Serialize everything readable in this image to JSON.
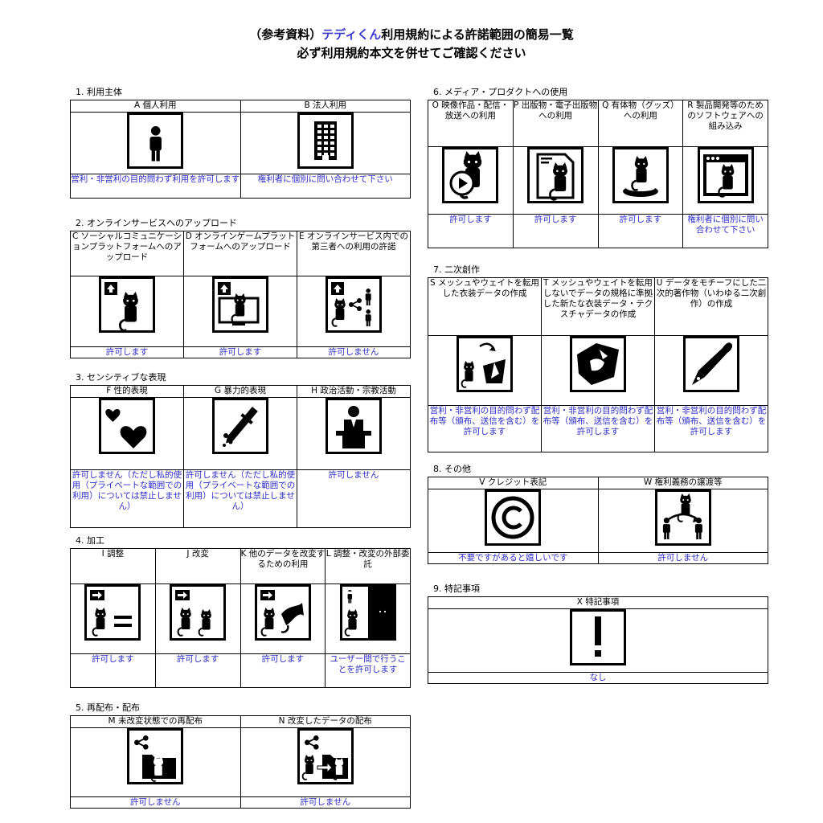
{
  "title": {
    "prefix": "（参考資料）",
    "accent": "テディくん",
    "suffix": "利用規約による許諾範囲の簡易一覧",
    "line2": "必ず利用規約本文を併せてご確認ください"
  },
  "colors": {
    "accent": "#3a3ad0",
    "result_text": "#2c2cc8",
    "icon_ink": "#000000"
  },
  "sections": [
    {
      "label": "1. 利用主体",
      "items": [
        {
          "head": "A 個人利用",
          "icon": "person-icon",
          "result": "営利・非営利の目的問わず利用を許可します"
        },
        {
          "head": "B 法人利用",
          "icon": "building-icon",
          "result": "権利者に個別に問い合わせて下さい"
        }
      ]
    },
    {
      "label": "2. オンラインサービスへのアップロード",
      "items": [
        {
          "head": "C ソーシャルコミュニケーションプラットフォームへのアップロード",
          "icon": "upload-sns-icon",
          "result": "許可します"
        },
        {
          "head": "D オンラインゲームプラットフォームへのアップロード",
          "icon": "upload-game-icon",
          "result": "許可します"
        },
        {
          "head": "E オンラインサービス内での第三者への利用の許諾",
          "icon": "share-third-party-icon",
          "result": "許可しません"
        }
      ]
    },
    {
      "label": "3. センシティブな表現",
      "items": [
        {
          "head": "F 性的表現",
          "icon": "hearts-icon",
          "result": "許可しません（ただし私的使用（プライベートな範囲での利用）については禁止しません）"
        },
        {
          "head": "G 暴力的表現",
          "icon": "knife-icon",
          "result": "許可しません（ただし私的使用（プライベートな範囲での利用）については禁止しません）"
        },
        {
          "head": "H 政治活動・宗教活動",
          "icon": "podium-icon",
          "result": "許可しません"
        }
      ]
    },
    {
      "label": "4. 加工",
      "items": [
        {
          "head": "I 調整",
          "icon": "adjust-icon",
          "result": "許可します"
        },
        {
          "head": "J 改変",
          "icon": "modify-icon",
          "result": "許可します"
        },
        {
          "head": "K 他のデータを改変するための利用",
          "icon": "modify-other-icon",
          "result": "許可します"
        },
        {
          "head": "L 調整・改変の外部委託",
          "icon": "outsource-icon",
          "result": "ユーザー間で行うことを許可します"
        }
      ]
    },
    {
      "label": "5. 再配布・配布",
      "items": [
        {
          "head": "M 未改変状態での再配布",
          "icon": "redistribute-icon",
          "result": "許可しません"
        },
        {
          "head": "N 改変したデータの配布",
          "icon": "distribute-modified-icon",
          "result": "許可しません"
        }
      ]
    },
    {
      "label": "6. メディア・プロダクトへの使用",
      "items": [
        {
          "head": "O 映像作品・配信・放送への利用",
          "icon": "video-icon",
          "result": "許可します"
        },
        {
          "head": "P 出版物・電子出版物への利用",
          "icon": "publication-icon",
          "result": "許可します"
        },
        {
          "head": "Q 有体物（グッズ）への利用",
          "icon": "goods-icon",
          "result": "許可します"
        },
        {
          "head": "R 製品開発等のためのソフトウェアへの組み込み",
          "icon": "software-icon",
          "result": "権利者に個別に問い合わせて下さい"
        }
      ]
    },
    {
      "label": "7. 二次創作",
      "items": [
        {
          "head": "S メッシュやウェイトを転用した衣装データの作成",
          "icon": "costume-icon",
          "result": "営利・非営利の目的問わず配布等（頒布、送信を含む）を許可します"
        },
        {
          "head": "T メッシュやウェイトを転用しないでデータの規格に準拠した新たな衣装データ・テクスチャデータの作成",
          "icon": "texture-icon",
          "result": "営利・非営利の目的問わず配布等（頒布、送信を含む）を許可します"
        },
        {
          "head": "U データをモチーフにした二次的著作物（いわゆる二次創作）の作成",
          "icon": "pen-icon",
          "result": "営利・非営利の目的問わず配布等（頒布、送信を含む）を許可します"
        }
      ]
    },
    {
      "label": "8. その他",
      "items": [
        {
          "head": "V クレジット表記",
          "icon": "copyright-icon",
          "result": "不要ですがあると嬉しいです"
        },
        {
          "head": "W 権利義務の譲渡等",
          "icon": "transfer-icon",
          "result": "許可しません"
        }
      ]
    },
    {
      "label": "9. 特記事項",
      "items": [
        {
          "head": "X 特記事項",
          "icon": "exclamation-icon",
          "result": "なし"
        }
      ]
    }
  ]
}
